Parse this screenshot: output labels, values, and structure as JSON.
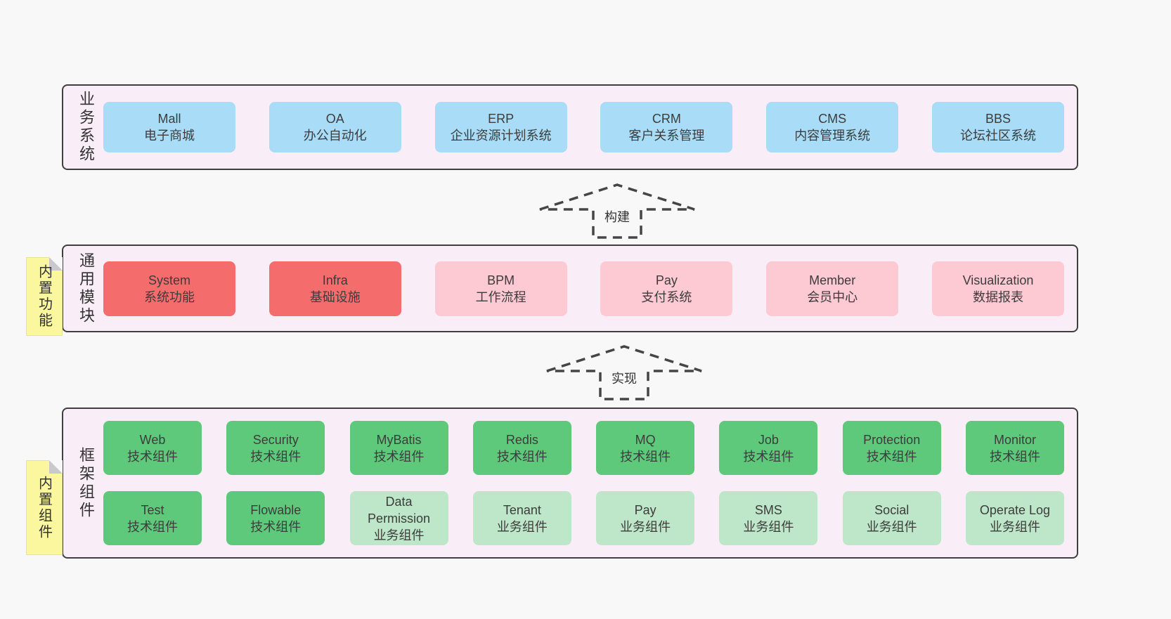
{
  "colors": {
    "page_bg": "#f8f8f8",
    "band_bg": "#f9edf7",
    "band_border": "#3f3f3f",
    "blue": "#a9dcf7",
    "red": "#f56c6c",
    "pink": "#fdc9d3",
    "green": "#5ec97b",
    "lightgreen": "#bee6c9",
    "yellow_note": "#faf79e",
    "fold_gray": "#c9c9cd",
    "text": "#3c3c3c",
    "arrow": "#454545"
  },
  "arrows": [
    {
      "label": "构建"
    },
    {
      "label": "实现"
    }
  ],
  "sections": [
    {
      "label": "业务系统",
      "rows": [
        [
          {
            "title": "Mall",
            "subtitle": "电子商城",
            "color": "blue"
          },
          {
            "title": "OA",
            "subtitle": "办公自动化",
            "color": "blue"
          },
          {
            "title": "ERP",
            "subtitle": "企业资源计划系统",
            "color": "blue"
          },
          {
            "title": "CRM",
            "subtitle": "客户关系管理",
            "color": "blue"
          },
          {
            "title": "CMS",
            "subtitle": "内容管理系统",
            "color": "blue"
          },
          {
            "title": "BBS",
            "subtitle": "论坛社区系统",
            "color": "blue"
          }
        ]
      ]
    },
    {
      "label": "通用模块",
      "note": "内置功能",
      "rows": [
        [
          {
            "title": "System",
            "subtitle": "系统功能",
            "color": "red"
          },
          {
            "title": "Infra",
            "subtitle": "基础设施",
            "color": "red"
          },
          {
            "title": "BPM",
            "subtitle": "工作流程",
            "color": "pink"
          },
          {
            "title": "Pay",
            "subtitle": "支付系统",
            "color": "pink"
          },
          {
            "title": "Member",
            "subtitle": "会员中心",
            "color": "pink"
          },
          {
            "title": "Visualization",
            "subtitle": "数据报表",
            "color": "pink"
          }
        ]
      ]
    },
    {
      "label": "框架组件",
      "note": "内置组件",
      "rows": [
        [
          {
            "title": "Web",
            "subtitle": "技术组件",
            "color": "green"
          },
          {
            "title": "Security",
            "subtitle": "技术组件",
            "color": "green"
          },
          {
            "title": "MyBatis",
            "subtitle": "技术组件",
            "color": "green"
          },
          {
            "title": "Redis",
            "subtitle": "技术组件",
            "color": "green"
          },
          {
            "title": "MQ",
            "subtitle": "技术组件",
            "color": "green"
          },
          {
            "title": "Job",
            "subtitle": "技术组件",
            "color": "green"
          },
          {
            "title": "Protection",
            "subtitle": "技术组件",
            "color": "green"
          },
          {
            "title": "Monitor",
            "subtitle": "技术组件",
            "color": "green"
          }
        ],
        [
          {
            "title": "Test",
            "subtitle": "技术组件",
            "color": "green"
          },
          {
            "title": "Flowable",
            "subtitle": "技术组件",
            "color": "green"
          },
          {
            "title": "Data Permission",
            "subtitle": "业务组件",
            "color": "lightgreen"
          },
          {
            "title": "Tenant",
            "subtitle": "业务组件",
            "color": "lightgreen"
          },
          {
            "title": "Pay",
            "subtitle": "业务组件",
            "color": "lightgreen"
          },
          {
            "title": "SMS",
            "subtitle": "业务组件",
            "color": "lightgreen"
          },
          {
            "title": "Social",
            "subtitle": "业务组件",
            "color": "lightgreen"
          },
          {
            "title": "Operate Log",
            "subtitle": "业务组件",
            "color": "lightgreen"
          }
        ]
      ]
    }
  ]
}
